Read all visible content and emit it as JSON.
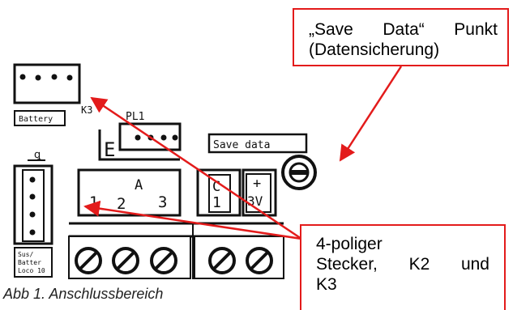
{
  "callouts": {
    "save_point": {
      "line1_a": "„Save",
      "line1_b": "Data“",
      "line1_c": "Punkt",
      "line2": "(Datensicherung)"
    },
    "connector": {
      "line1": "4-poliger",
      "line2_a": "Stecker,",
      "line2_b": "K2",
      "line2_c": "und",
      "line3": "K3"
    }
  },
  "board_labels": {
    "k3": "K3",
    "battery": "Battery",
    "pl1": "PL1",
    "e": "E",
    "save_data": "Save data",
    "a": "A",
    "num1": "1",
    "num2": "2",
    "num3": "3",
    "c": "C",
    "c1": "1",
    "plus": "+",
    "v3": "3V",
    "small_l1": "Sus/",
    "small_l2": "Batter",
    "small_l3": "Loco 10"
  },
  "caption": "Abb 1. Anschlussbereich",
  "colors": {
    "arrow": "#e31b1b",
    "ink": "#111111"
  }
}
